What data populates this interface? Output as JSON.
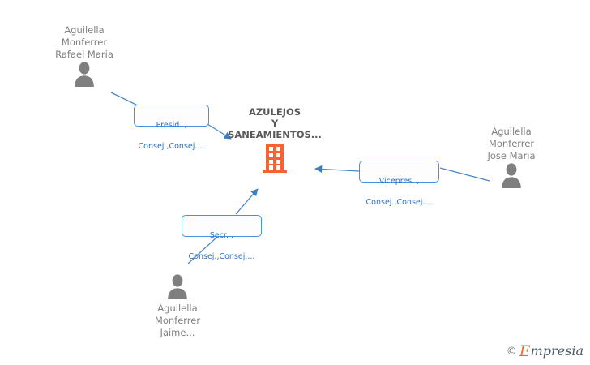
{
  "diagram": {
    "title_hidden": "",
    "company": {
      "name_lines": "AZULEJOS\nY\nSANEAMIENTOS...",
      "icon": "building-icon",
      "icon_color": "#f96332"
    },
    "persons": [
      {
        "id": "president",
        "name_lines": "Aguilella\nMonferrer\nRafael Maria",
        "icon": "person-icon",
        "icon_color": "#7f7f7f",
        "label_position": "above"
      },
      {
        "id": "vicepresident",
        "name_lines": "Aguilella\nMonferrer\nJose Maria",
        "icon": "person-icon",
        "icon_color": "#7f7f7f",
        "label_position": "above"
      },
      {
        "id": "secretary",
        "name_lines": "Aguilella\nMonferrer\nJaime...",
        "icon": "person-icon",
        "icon_color": "#7f7f7f",
        "label_position": "below"
      }
    ],
    "roles": [
      {
        "id": "role-presid",
        "line1": "Presid. ,",
        "line2": "Consej.,Consej....",
        "border_color": "#4a90d9",
        "text_color": "#2f6fbf"
      },
      {
        "id": "role-vicepres",
        "line1": "Vicepres. ,",
        "line2": "Consej.,Consej....",
        "border_color": "#4a90d9",
        "text_color": "#2f6fbf"
      },
      {
        "id": "role-secr",
        "line1": "Secr. ,",
        "line2": "Consej.,Consej....",
        "border_color": "#4a90d9",
        "text_color": "#2f6fbf"
      }
    ],
    "edge_color": "#4a86c8"
  },
  "watermark": {
    "copyright": "©",
    "brand_initial": "E",
    "brand_rest": "mpresia"
  }
}
